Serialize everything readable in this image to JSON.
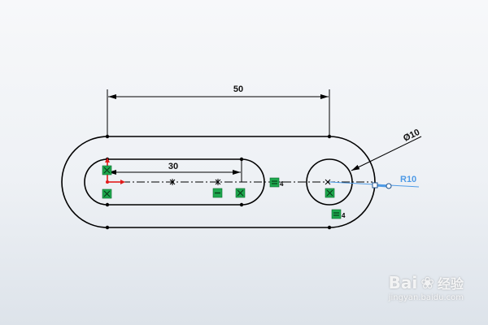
{
  "dimensions": {
    "overall_length": "50",
    "slot_length": "30",
    "hole_diameter": "Ø10",
    "arc_radius": "R10"
  },
  "relations": {
    "equal_count_center": "4",
    "equal_count_hole": "4"
  },
  "colors": {
    "background": "#eef1f5",
    "sketch_line": "#000000",
    "relation_fill": "#1ea84e",
    "active_dimension": "#4f9be6",
    "origin_red": "#e11b1b"
  },
  "watermark": {
    "brand": "Bai",
    "brand_suffix": "经验",
    "url": "jingyan.baidu.com"
  }
}
